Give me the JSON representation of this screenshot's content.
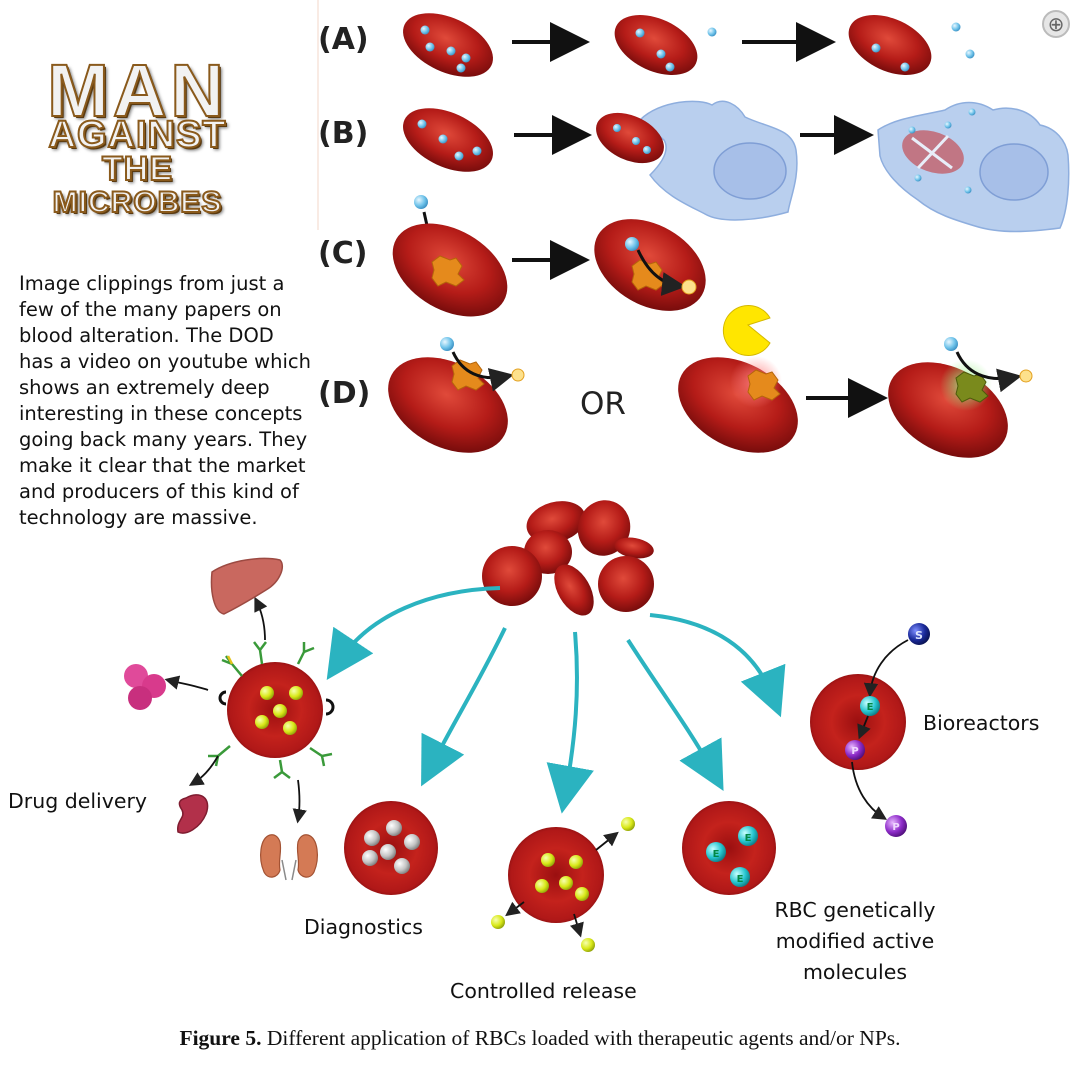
{
  "logo": {
    "line1": "MAN",
    "line2": "AGAINST",
    "line3": "THE",
    "line4": "MICROBES"
  },
  "caption": "Image clippings from just a few of the many papers on blood alteration. The DOD has a video on youtube which shows an extremely deep interesting in these concepts going back many years. They make it clear that the market and producers of this kind of technology are massive.",
  "panel_top": {
    "labels": [
      "(A)",
      "(B)",
      "(C)",
      "(D)"
    ],
    "or_text": "OR"
  },
  "applications": {
    "drug_delivery": "Drug delivery",
    "diagnostics": "Diagnostics",
    "controlled_release": "Controlled release",
    "rbc_modified": "RBC genetically modified active molecules",
    "bioreactors": "Bioreactors"
  },
  "markers": {
    "substrate": "S",
    "enzyme": "E",
    "product": "P"
  },
  "figure_caption": {
    "label": "Figure 5.",
    "text": " Different application of RBCs loaded with therapeutic agents and/or NPs."
  },
  "colors": {
    "rbc_red": "#b01818",
    "teal_arrow": "#2bb3c0",
    "nanoparticle_blue": "#6fc3ea",
    "cell_blue": "#b9cfee",
    "loaded_yellow": "#d8e817",
    "diagnostic_gray": "#b8b8b8",
    "product_purple": "#8e2cc9",
    "substrate_navy": "#1a2a9a"
  },
  "icons": [
    "zoom-icon",
    "liver-icon",
    "spleen-icon",
    "kidneys-icon",
    "molecule-cluster-icon",
    "pacman-icon"
  ]
}
